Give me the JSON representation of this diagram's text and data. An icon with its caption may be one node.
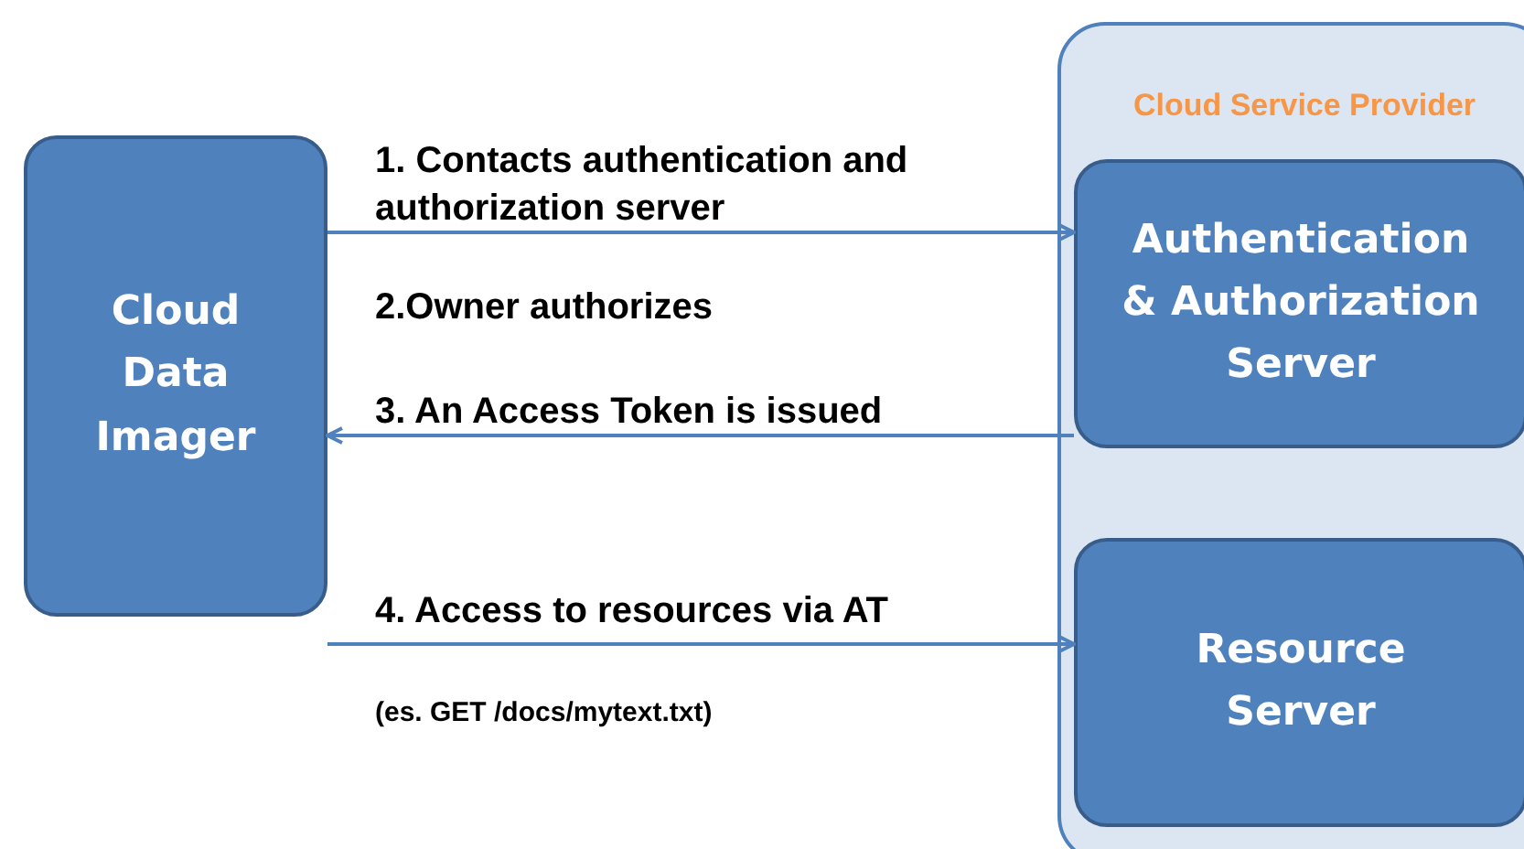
{
  "diagram": {
    "nodes": [
      {
        "text": [
          "Cloud Data Imager"
        ]
      },
      {
        "text": [
          "Cloud Service Provider"
        ]
      },
      {
        "text": [
          "Authentication & Authorization Server"
        ],
        "in": 1
      },
      {
        "text": [
          "Resource Server"
        ],
        "in": 1
      }
    ],
    "edges": [
      {
        "from": 0,
        "to": 2,
        "arrow": "to",
        "label": "1. Contacts authentication and authorization server"
      },
      {
        "from": 2,
        "to": 0,
        "arrow": "to",
        "label": "3. An Access Token is issued"
      },
      {
        "from": 0,
        "to": 3,
        "arrow": "to",
        "label": "4. Access to resources via AT"
      }
    ],
    "labels": [
      "2.Owner authorizes",
      "(es. GET /docs/mytext.txt)"
    ]
  }
}
